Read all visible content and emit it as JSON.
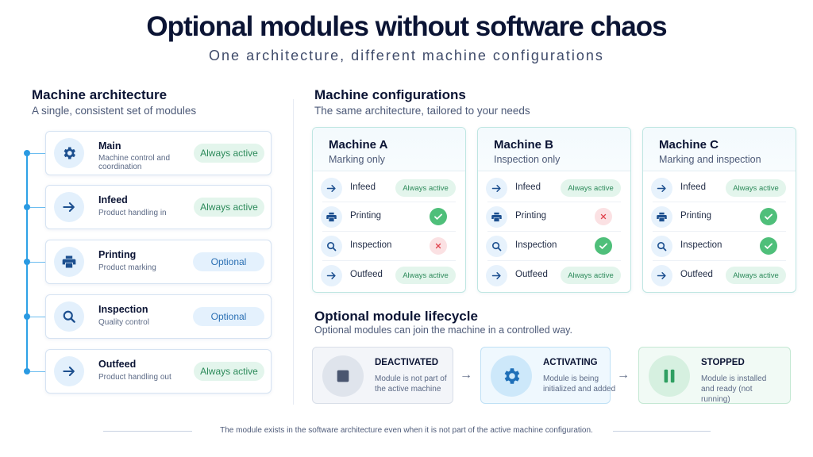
{
  "header": {
    "title": "Optional modules without software chaos",
    "subtitle": "One architecture, different machine configurations"
  },
  "architecture": {
    "title": "Machine architecture",
    "subtitle": "A single, consistent set of modules",
    "modules": [
      {
        "name": "Main",
        "desc": "Machine control and coordination",
        "status": "Always active",
        "icon": "gear-icon"
      },
      {
        "name": "Infeed",
        "desc": "Product handling in",
        "status": "Always active",
        "icon": "arrow-right-icon"
      },
      {
        "name": "Printing",
        "desc": "Product marking",
        "status": "Optional",
        "icon": "printer-icon"
      },
      {
        "name": "Inspection",
        "desc": "Quality control",
        "status": "Optional",
        "icon": "magnifier-icon"
      },
      {
        "name": "Outfeed",
        "desc": "Product handling out",
        "status": "Always active",
        "icon": "arrow-right-icon"
      }
    ]
  },
  "configurations": {
    "title": "Machine configurations",
    "subtitle": "The same architecture, tailored to your needs",
    "machines": [
      {
        "name": "Machine A",
        "sub": "Marking only",
        "rows": [
          {
            "label": "Infeed",
            "state": "always",
            "text": "Always active"
          },
          {
            "label": "Printing",
            "state": "check"
          },
          {
            "label": "Inspection",
            "state": "cross"
          },
          {
            "label": "Outfeed",
            "state": "always",
            "text": "Always active"
          }
        ]
      },
      {
        "name": "Machine B",
        "sub": "Inspection only",
        "rows": [
          {
            "label": "Infeed",
            "state": "always",
            "text": "Always active"
          },
          {
            "label": "Printing",
            "state": "cross"
          },
          {
            "label": "Inspection",
            "state": "check"
          },
          {
            "label": "Outfeed",
            "state": "always",
            "text": "Always active"
          }
        ]
      },
      {
        "name": "Machine C",
        "sub": "Marking and inspection",
        "rows": [
          {
            "label": "Infeed",
            "state": "always",
            "text": "Always active"
          },
          {
            "label": "Printing",
            "state": "check"
          },
          {
            "label": "Inspection",
            "state": "check"
          },
          {
            "label": "Outfeed",
            "state": "always",
            "text": "Always active"
          }
        ]
      }
    ]
  },
  "lifecycle": {
    "title": "Optional module lifecycle",
    "subtitle": "Optional modules can join the machine in a controlled way.",
    "states": [
      {
        "name": "DEACTIVATED",
        "desc": "Module is not part of the active machine",
        "icon": "stop-square-icon"
      },
      {
        "name": "ACTIVATING",
        "desc": "Module is being initialized and added",
        "icon": "gear-icon"
      },
      {
        "name": "STOPPED",
        "desc": "Module is installed and ready (not running)",
        "icon": "pause-icon"
      }
    ],
    "arrow_glyph": "→"
  },
  "footer": {
    "note": "The module exists in the software architecture even when it is not part of the active machine configuration."
  },
  "colors": {
    "accent_blue": "#2a9ae2",
    "active_green": "#2c8a5a",
    "check_green": "#4fbf7a",
    "cross_red": "#e0454f",
    "optional_blue": "#2a6fb3"
  }
}
